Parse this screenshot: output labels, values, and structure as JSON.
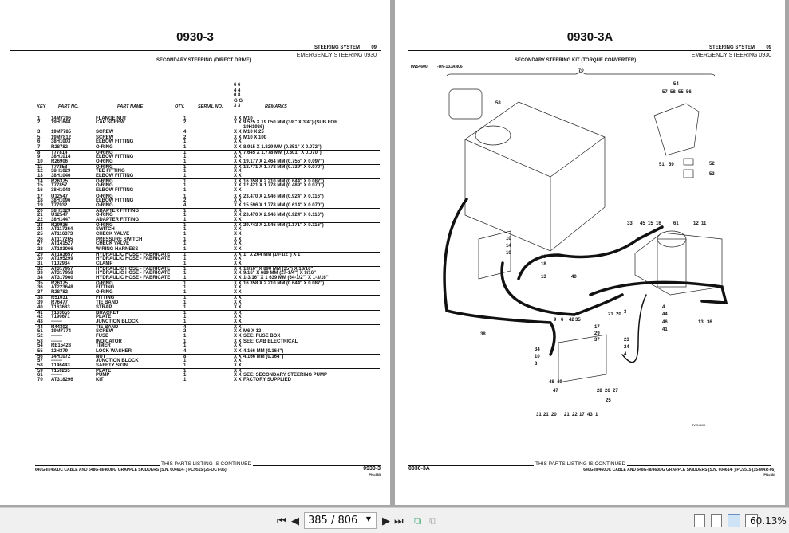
{
  "left_page": {
    "title": "0930-3",
    "section": "STEERING SYSTEM",
    "section_no": "09",
    "subsection": "EMERGENCY STEERING 0930",
    "heading": "SECONDARY STEERING (DIRECT DRIVE)",
    "model_cols": "6 6\n4 4\n0 8\nG G\n3 3",
    "columns": {
      "key": "KEY",
      "part_no": "PART NO.",
      "part_name": "PART NAME",
      "qty": "QTY.",
      "serial": "SERIAL NO.",
      "remarks": "REMARKS"
    },
    "rows": [
      [
        "1",
        "14M7296",
        "FLANGE NUT",
        "1",
        "X X",
        "M10"
      ],
      [
        "2",
        "19H1648",
        "CAP SCREW",
        "2",
        "X X",
        "9.525 X 19.050 MM (3/8\" X 3/4\") (SUB FOR"
      ],
      [
        "",
        "",
        "",
        "",
        "",
        "19H1936)"
      ],
      [
        "3",
        "19M7785",
        "SCREW",
        "4",
        "X X",
        "M10 X 25"
      ],
      [
        "5",
        "19M7812",
        "SCREW",
        "2",
        "X X",
        "M10 X 100"
      ],
      [
        "6",
        "38H1003",
        "ELBOW FITTING",
        "1",
        "X X",
        ""
      ],
      [
        "7",
        "R28782",
        "O-RING",
        "1",
        "X X",
        "8.915 X 1.829 MM (0.351\" X 0.072\")"
      ],
      [
        "8",
        "T77814",
        "O-RING",
        "1",
        "X X",
        "7.645 X 1.778 MM (0.301\" X 0.070\")"
      ],
      [
        "9",
        "38H1014",
        "ELBOW FITTING",
        "1",
        "X X",
        ""
      ],
      [
        "10",
        "R26906",
        "O-RING",
        "1",
        "X X",
        "19.177 X 2.464 MM (0.755\" X 0.097\")"
      ],
      [
        "11",
        "T77858",
        "O-RING",
        "1",
        "X X",
        "18.771 X 1.778 MM (0.739\" X 0.070\")"
      ],
      [
        "12",
        "38H1029",
        "TEE FITTING",
        "1",
        "X X",
        ""
      ],
      [
        "13",
        "38H1046",
        "ELBOW FITTING",
        "1",
        "X X",
        ""
      ],
      [
        "14",
        "R26375",
        "O-RING",
        "1",
        "X X",
        "16.358 X 2.210 MM (0.644\" X 0.087\")"
      ],
      [
        "15",
        "T77857",
        "O-RING",
        "1",
        "X X",
        "12.421 X 1.778 MM (0.489\" X 0.070\")"
      ],
      [
        "16",
        "38H1048",
        "ELBOW FITTING",
        "1",
        "X X",
        ""
      ],
      [
        "17",
        "U12547",
        "O-RING",
        "1",
        "X X",
        "23.470 X 2.946 MM (0.924\" X 0.116\")"
      ],
      [
        "18",
        "38H1096",
        "ELBOW FITTING",
        "2",
        "X X",
        ""
      ],
      [
        "19",
        "T77932",
        "O-RING",
        "4",
        "X X",
        "15.596 X 1.778 MM (0.614\" X 0.070\")"
      ],
      [
        "20",
        "38H1329",
        "ADAPTER FITTING",
        "1",
        "X X",
        ""
      ],
      [
        "21",
        "U12547",
        "O-RING",
        "1",
        "X X",
        "23.470 X 2.946 MM (0.924\" X 0.116\")"
      ],
      [
        "22",
        "38H1447",
        "ADAPTER FITTING",
        "1",
        "X X",
        ""
      ],
      [
        "23",
        "R29936",
        "O-RING",
        "1",
        "X X",
        "29.743 X 2.946 MM (1.171\" X 0.116\")"
      ],
      [
        "24",
        "AT117264",
        "SWITCH",
        "1",
        "X X",
        ""
      ],
      [
        "25",
        "AT116373",
        "CHECK VALVE",
        "1",
        "X X",
        ""
      ],
      [
        "26",
        "AT117265",
        "PRESSURE SWITCH",
        "1",
        "X X",
        ""
      ],
      [
        "27",
        "AT141527",
        "CHECK VALVE",
        "1",
        "X X",
        ""
      ],
      [
        "28",
        "AT183066",
        "WIRING HARNESS",
        "1",
        "X X",
        ""
      ],
      [
        "29",
        "AT183657",
        "HYDRAULIC HOSE - FABRICATE",
        "1",
        "X X",
        "1\" X 264 MM (10-1/2\") X 1\""
      ],
      [
        "30",
        "AT195299",
        "HYDRAULIC HOSE - FABRICATE",
        "1",
        "X X",
        ""
      ],
      [
        "31",
        "T102934",
        "CLAMP",
        "1",
        "X X",
        ""
      ],
      [
        "32",
        "AT317957",
        "HYDRAULIC HOSE - FABRICATE",
        "1",
        "X X",
        "13/16\" X 890 MM (35\") X 13/16\""
      ],
      [
        "33",
        "AT317958",
        "HYDRAULIC HOSE - FABRICATE",
        "1",
        "X X",
        "9/16\" X 689 MM (27-1/4\") X 9/16\""
      ],
      [
        "34",
        "AT317960",
        "HYDRAULIC HOSE - FABRICATE",
        "1",
        "X X",
        "1-3/16\" X 1 639 MM (64-1/2\") X 1-3/16\""
      ],
      [
        "35",
        "R26375",
        "O-RING",
        "1",
        "X X",
        "16.358 X 2.210 MM (0.644\" X 0.087\")"
      ],
      [
        "36",
        "AT223648",
        "FITTING",
        "1",
        "X X",
        ""
      ],
      [
        "37",
        "R28782",
        "O-RING",
        "1",
        "X X",
        ""
      ],
      [
        "38",
        "R51031",
        "FITTING",
        "1",
        "X X",
        ""
      ],
      [
        "39",
        "R76477",
        "TIE BAND",
        "1",
        "X X",
        ""
      ],
      [
        "40",
        "T163683",
        "STRAP",
        "1",
        "X X",
        ""
      ],
      [
        "41",
        "T163655",
        "BRACKET",
        "1",
        "X X",
        ""
      ],
      [
        "42",
        "T190671",
        "PLATE",
        "1",
        "X X",
        ""
      ],
      [
        "43",
        "-------",
        "JUNCTION BLOCK",
        "1",
        "X X",
        ""
      ],
      [
        "44",
        "R44302",
        "TIE BAND",
        "4",
        "X X",
        ""
      ],
      [
        "51",
        "19M7774",
        "SCREW",
        "2",
        "X X",
        "M6 X 12"
      ],
      [
        "52",
        "-------",
        "FUSE",
        "1",
        "X X",
        "SEE: FUSE BOX"
      ],
      [
        "53",
        "-------",
        "INDICATOR",
        "1",
        "X X",
        "SEE: CAB ELECTRICAL"
      ],
      [
        "54",
        "RE15428",
        "TIMER",
        "1",
        "X X",
        ""
      ],
      [
        "55",
        "12H379",
        "LOCK WASHER",
        "4",
        "X X",
        "4.166 MM (0.164\")"
      ],
      [
        "56",
        "14H1072",
        "NUT",
        "8",
        "X X",
        "4.166 MM (0.164\")"
      ],
      [
        "57",
        "-------",
        "JUNCTION BLOCK",
        "1",
        "X X",
        ""
      ],
      [
        "58",
        "T146443",
        "SAFETY SIGN",
        "1",
        "X X",
        ""
      ],
      [
        "59",
        "T150265",
        "PLATE",
        "1",
        "X X",
        ""
      ],
      [
        "61",
        "-------",
        "PUMP",
        "1",
        "X X",
        "SEE: SECONDARY STEERING PUMP"
      ],
      [
        "70",
        "AT318296",
        "KIT",
        "1",
        "X X",
        "FACTORY SUPPLIED"
      ]
    ],
    "continued": "THIS PARTS LISTING IS CONTINUED",
    "footer": "640G-III/460DC CABLE AND 648G-III/460DG GRAPPLE SKIDDERS (S.N. 604614-   )   PC9515   (25-OCT-06)",
    "footer_page": "0930-3",
    "footer_code": "PN=383"
  },
  "right_page": {
    "title": "0930-3A",
    "section": "STEERING SYSTEM",
    "section_no": "09",
    "subsection": "EMERGENCY STEERING 0930",
    "heading": "SECONDARY STEERING KIT (TORQUE CONVERTER)",
    "figure_id": "TW54600",
    "figure_date": "-UN-13JAN06",
    "figure_stamp": "TW54600",
    "callouts": [
      "70",
      "54",
      "57",
      "58",
      "55",
      "56",
      "58",
      "51",
      "59",
      "52",
      "53",
      "33",
      "45",
      "15",
      "16",
      "61",
      "12",
      "11",
      "10",
      "14",
      "10",
      "19",
      "18",
      "13",
      "40",
      "4",
      "3",
      "44",
      "46",
      "41",
      "13",
      "36",
      "38",
      "9",
      "6",
      "42",
      "35",
      "21",
      "20",
      "17",
      "29",
      "37",
      "23",
      "24",
      "4",
      "34",
      "10",
      "8",
      "48",
      "49",
      "47",
      "28",
      "26",
      "27",
      "25",
      "31",
      "21",
      "20",
      "21",
      "22",
      "17",
      "43",
      "1"
    ],
    "continued": "THIS PARTS LISTING IS CONTINUED",
    "footer_page": "0930-3A",
    "footer": "640G-III/460DC CABLE AND 648G-III/460DG GRAPPLE SKIDDERS (S.N. 604614-   )   PC9515   (15-MAR-06)",
    "footer_code": "PN=384"
  },
  "toolbar": {
    "page_value": "385 / 806",
    "zoom": "60.13%",
    "icons": [
      "first-page-icon",
      "prev-page-icon",
      "next-page-icon",
      "last-page-icon",
      "previous-view-icon",
      "next-view-icon",
      "single-page-icon",
      "continuous-icon",
      "facing-icon",
      "continuous-facing-icon"
    ]
  }
}
